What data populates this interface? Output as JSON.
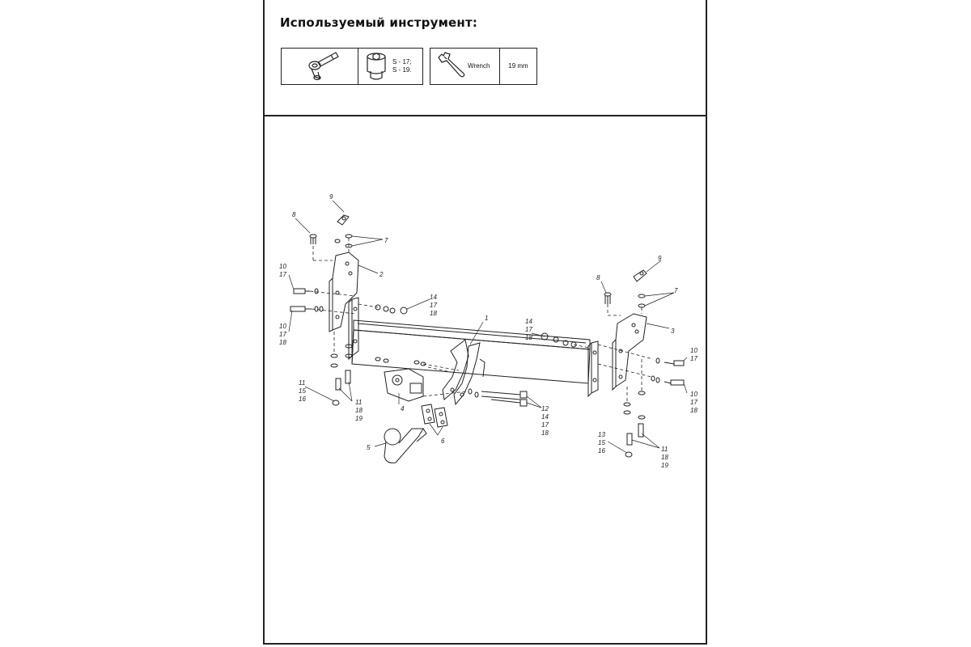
{
  "header": {
    "title": "Используемый инструмент:"
  },
  "tools": [
    {
      "icon": "ratchet-handle-icon"
    },
    {
      "icon": "socket-head-icon",
      "sizes": [
        "S - 17;",
        "S - 19."
      ]
    },
    {
      "icon": "wrench-icon",
      "label": "Wrench"
    },
    {
      "value": "19 mm"
    }
  ],
  "diagram": {
    "callouts": {
      "c1": "1",
      "c2": "2",
      "c3": "3",
      "c4": "4",
      "c5": "5",
      "c6": "6",
      "c7a": "7",
      "c7b": "7",
      "c8a": "8",
      "c8b": "8",
      "c9a": "9",
      "c9b": "9",
      "c10a": "10",
      "c17a": "17",
      "c10b": "10",
      "c17b": "17",
      "c18b": "18",
      "c11a": "11",
      "c15a": "15",
      "c16a": "16",
      "c11b": "11",
      "c18c": "18",
      "c19c": "19",
      "c14a": "14",
      "c17c": "17",
      "c18d": "18",
      "c14b": "14",
      "c17d": "17",
      "c18e": "18",
      "c10c": "10",
      "c17e": "17",
      "c10d": "10",
      "c17f": "17",
      "c18f": "18",
      "c12": "12",
      "c14c": "14",
      "c17g": "17",
      "c18g": "18",
      "c13": "13",
      "c15b": "15",
      "c16b": "16",
      "c11d": "11",
      "c18h": "18",
      "c19d": "19"
    }
  }
}
